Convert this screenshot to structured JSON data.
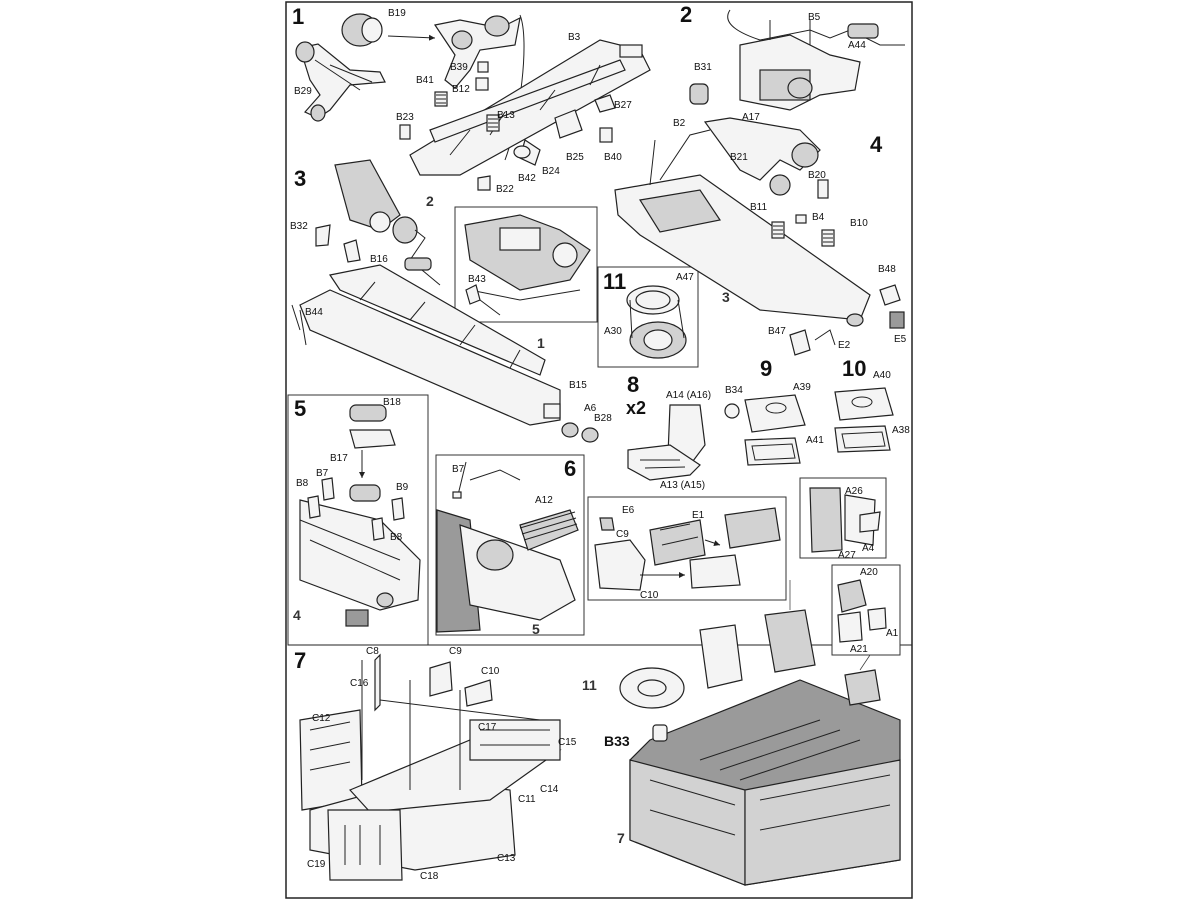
{
  "steps": {
    "s1": "1",
    "s2": "2",
    "s3": "3",
    "s4": "4",
    "s5": "5",
    "s6": "6",
    "s7": "7",
    "s8": "8",
    "s9": "9",
    "s10": "10",
    "s11": "11"
  },
  "multiplier": "x2",
  "labels": {
    "B19": "B19",
    "B3": "B3",
    "B29": "B29",
    "B41": "B41",
    "B39": "B39",
    "B12": "B12",
    "B23": "B23",
    "B13": "B13",
    "B27": "B27",
    "B25": "B25",
    "B40": "B40",
    "B24": "B24",
    "B42": "B42",
    "B22": "B22",
    "B5": "B5",
    "A44": "A44",
    "B31": "B31",
    "A17": "A17",
    "B2": "B2",
    "B21": "B21",
    "B20": "B20",
    "B11": "B11",
    "B4": "B4",
    "B10": "B10",
    "B48": "B48",
    "B47": "B47",
    "E2": "E2",
    "E5": "E5",
    "B32": "B32",
    "B16": "B16",
    "B44": "B44",
    "B43": "B43",
    "A47": "A47",
    "A30": "A30",
    "B15": "B15",
    "A6": "A6",
    "B28": "B28",
    "B18": "B18",
    "B17": "B17",
    "B7": "B7",
    "B8a": "B8",
    "B9": "B9",
    "B8b": "B8",
    "B7b": "B7",
    "A12": "A12",
    "A14": "A14 (A16)",
    "A13": "A13 (A15)",
    "B34": "B34",
    "A39": "A39",
    "A41": "A41",
    "A40": "A40",
    "A38": "A38",
    "E6": "E6",
    "C9a": "C9",
    "E1": "E1",
    "C10a": "C10",
    "A26": "A26",
    "A27": "A27",
    "A4": "A4",
    "A20": "A20",
    "A1": "A1",
    "A21": "A21",
    "C8": "C8",
    "C9b": "C9",
    "C10b": "C10",
    "C16": "C16",
    "C12": "C12",
    "C17": "C17",
    "C15": "C15",
    "C11": "C11",
    "C14": "C14",
    "C19": "C19",
    "C18": "C18",
    "C13": "C13",
    "B33": "B33"
  },
  "callouts": {
    "c3": "3",
    "c2": "2",
    "c1": "1",
    "c4": "4",
    "c5": "5",
    "c11": "11",
    "c7": "7"
  }
}
